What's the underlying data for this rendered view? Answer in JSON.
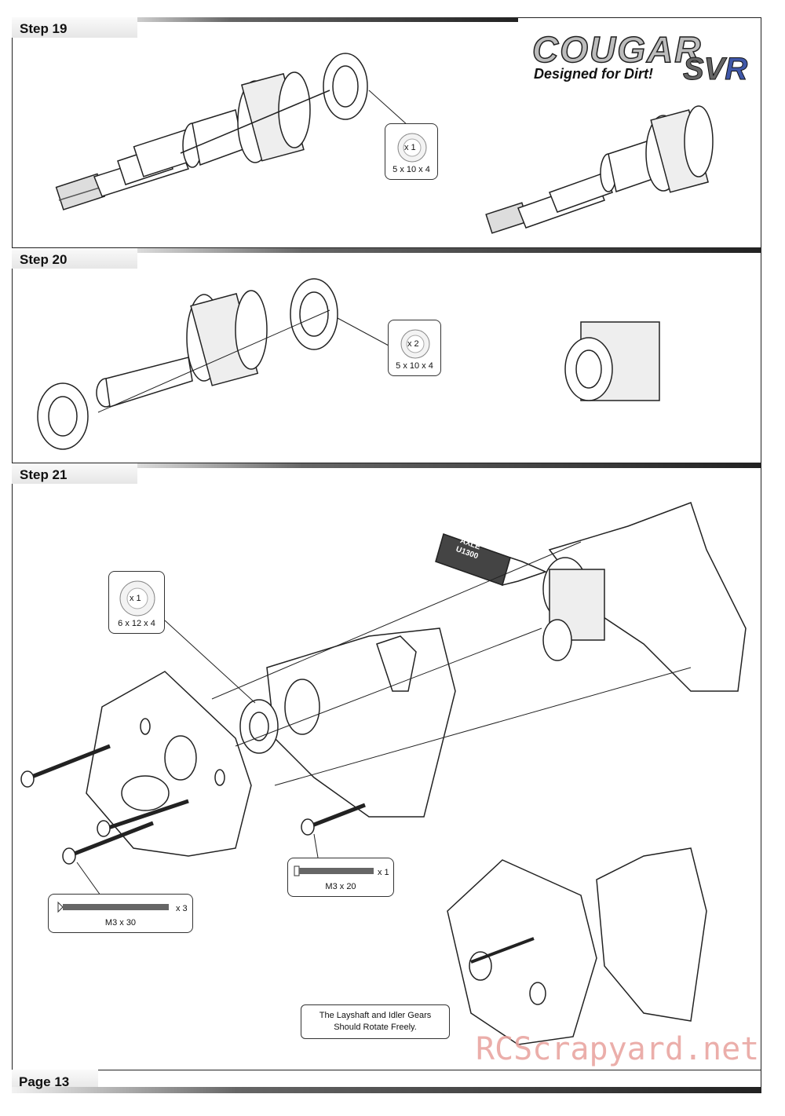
{
  "logo": {
    "brand": "COUGAR",
    "model_a": "SV",
    "model_b": "R",
    "tagline": "Designed for Dirt!"
  },
  "colors": {
    "accent": "#3f57a8",
    "watermark": "#e8a09c",
    "line": "#222222"
  },
  "steps": [
    {
      "title": "Step 19",
      "callouts": [
        {
          "qty": "x 1",
          "size": "5 x 10 x 4"
        }
      ]
    },
    {
      "title": "Step 20",
      "callouts": [
        {
          "qty": "x 2",
          "size": "5 x 10 x 4"
        }
      ]
    },
    {
      "title": "Step 21",
      "callouts": [
        {
          "qty": "x 1",
          "size": "6 x 12 x 4"
        },
        {
          "qty": "x 1",
          "size": "M3 x 20"
        },
        {
          "qty": "x 3",
          "size": "M3 x 30"
        }
      ],
      "grease_tube": {
        "line1": "AXLE",
        "line2": "U1300"
      },
      "note": {
        "line1": "The Layshaft and Idler Gears",
        "line2": "Should Rotate Freely."
      }
    }
  ],
  "footer": {
    "page": "Page 13"
  },
  "watermark": "RCScrapyard.net"
}
